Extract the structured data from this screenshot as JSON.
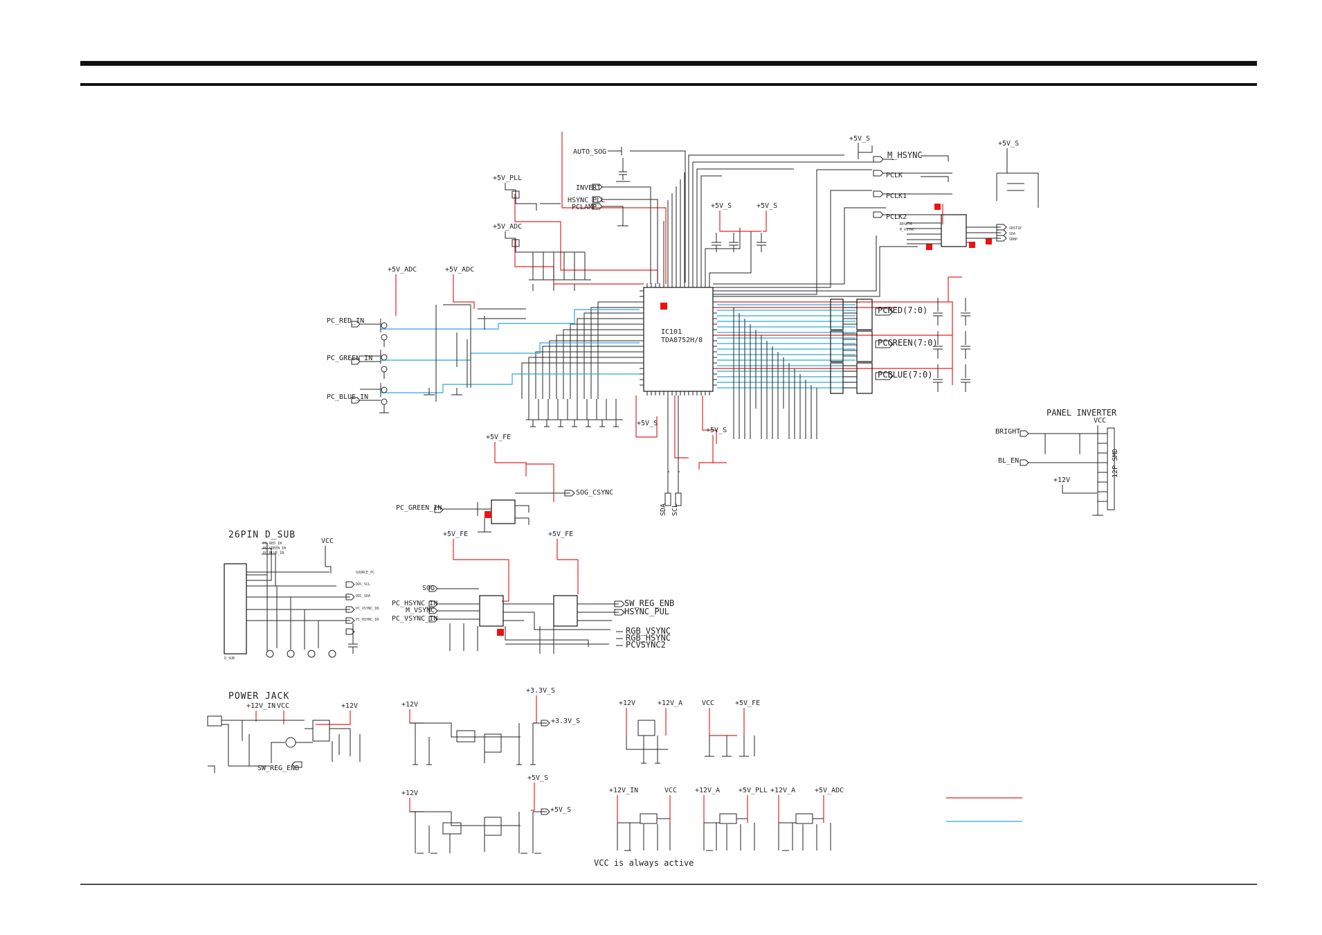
{
  "colors": {
    "rule": "#111111",
    "red_net": "#e02424",
    "cyan_net": "#2aa7d6",
    "marker": "#e11111",
    "ink": "#222222"
  },
  "ic": {
    "ref": "IC101",
    "part": "TDA8752H/8"
  },
  "power_labels": {
    "v5_pll": "+5V_PLL",
    "v5_adc_top": "+5V_ADC",
    "v5_adc_a": "+5V_ADC",
    "v5_adc_b": "+5V_ADC",
    "v5_s_a": "+5V_S",
    "v5_s_b": "+5V_S",
    "v5_s_top": "+5V_S",
    "v5_s_right": "+5V_S",
    "v5_s_right2": "+5V_S",
    "v5_s_bottom_a": "+5V_S",
    "v5_s_bottom_b": "+5V_S",
    "v5_fe_a": "+5V_FE",
    "v5_fe_b": "+5V_FE",
    "v5_fe_c": "+5V_FE"
  },
  "signals": {
    "auto_sog": "AUTO_SOG",
    "invert": "INVERT",
    "hsync_pll": "HSYNC_PLL",
    "pclamp": "PCLAMP",
    "m_hsync_out": "M_HSYNC",
    "pclk": "PCLK",
    "pclk1": "PCLK1",
    "pclk2": "PCLK2",
    "reset": "RESETB",
    "m_vsync_r": "M_VSYNC",
    "srst_a": "SRST1E",
    "srst_b": "SDA",
    "srst_c": "SBHP",
    "pc_red_in": "PC_RED_IN",
    "pc_green_in": "PC_GREEN_IN",
    "pc_blue_in": "PC_BLUE_IN",
    "pcred": "PCRED(7:0)",
    "pcgreen": "PCGREEN(7:0)",
    "pcblue": "PCBLUE(7:0)",
    "sog_csync": "SOG_CSYNC",
    "pc_green_in2": "PC_GREEN_IN",
    "sda": "SDA",
    "scl": "SCL",
    "sog": "SOG",
    "pc_hsync_in": "PC_HSYNC_IN",
    "m_vsync": "M_VSYNC",
    "pc_vsync_in": "PC_VSYNC_IN",
    "sw_reg_enb": "SW_REG_ENB",
    "hsync_pul": "HSYNC_PUL",
    "rgb_vsync": "RGB_VSYNC",
    "rgb_hsync": "RGB_HSYNC",
    "pcvsync2": "PCVSYNC2"
  },
  "panel_inverter": {
    "title": "PANEL INVERTER",
    "bright": "BRIGHT",
    "bl_en": "BL_EN",
    "v12": "+12V",
    "vcc": "VCC",
    "connector": "12P SMD"
  },
  "dsub": {
    "title": "26PIN D_SUB",
    "vcc": "VCC",
    "pins": [
      "PC_RED_IN",
      "PC_GREEN_IN",
      "PC_BLUE_IN"
    ],
    "outputs": [
      "SOURCE_PC",
      "DDC_SCL",
      "DDC_SDA",
      "PC_VSYNC_IN",
      "PC_HSYNC_IN"
    ],
    "label": "D_SUB"
  },
  "power": {
    "jack_title": "POWER JACK",
    "v12_in": "+12V_IN",
    "vcc": "VCC",
    "v12": "+12V",
    "sw_reg_enb": "SW_REG_ENB",
    "reg1_in": "+12V",
    "reg1_out": "+3.3V_S",
    "reg1_out2": "+3.3V_S",
    "reg2_in": "+12V",
    "reg2_out": "+5V_S",
    "reg2_out2": "+5V_S",
    "blk3_a": "+12V",
    "blk3_b": "+12V_A",
    "blk4_a": "VCC",
    "blk4_b": "+5V_FE",
    "blk5_a": "+12V_IN",
    "blk5_b": "VCC",
    "blk6_a": "+12V_A",
    "blk6_b": "+5V_PLL",
    "blk7_a": "+12V_A",
    "blk7_b": "+5V_ADC",
    "note": "VCC is always active"
  }
}
